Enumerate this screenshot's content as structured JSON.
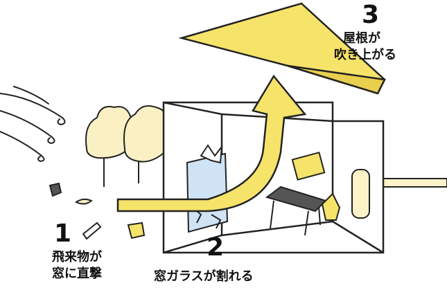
{
  "steps": [
    {
      "number": "1",
      "line1": "飛来物が",
      "line2": "窓に直撃"
    },
    {
      "number": "2",
      "line1": "窓ガラスが割れる"
    },
    {
      "number": "3",
      "line1": "屋根が",
      "line2": "吹き上がる"
    }
  ],
  "colors": {
    "roof_yellow": "#f6e36a",
    "arrow_yellow": "#f6e36a",
    "tree_cream": "#fbf0c4",
    "ground_cream": "#fdf3c8",
    "window_blue": "#cfe3f5",
    "outline": "#222222"
  }
}
